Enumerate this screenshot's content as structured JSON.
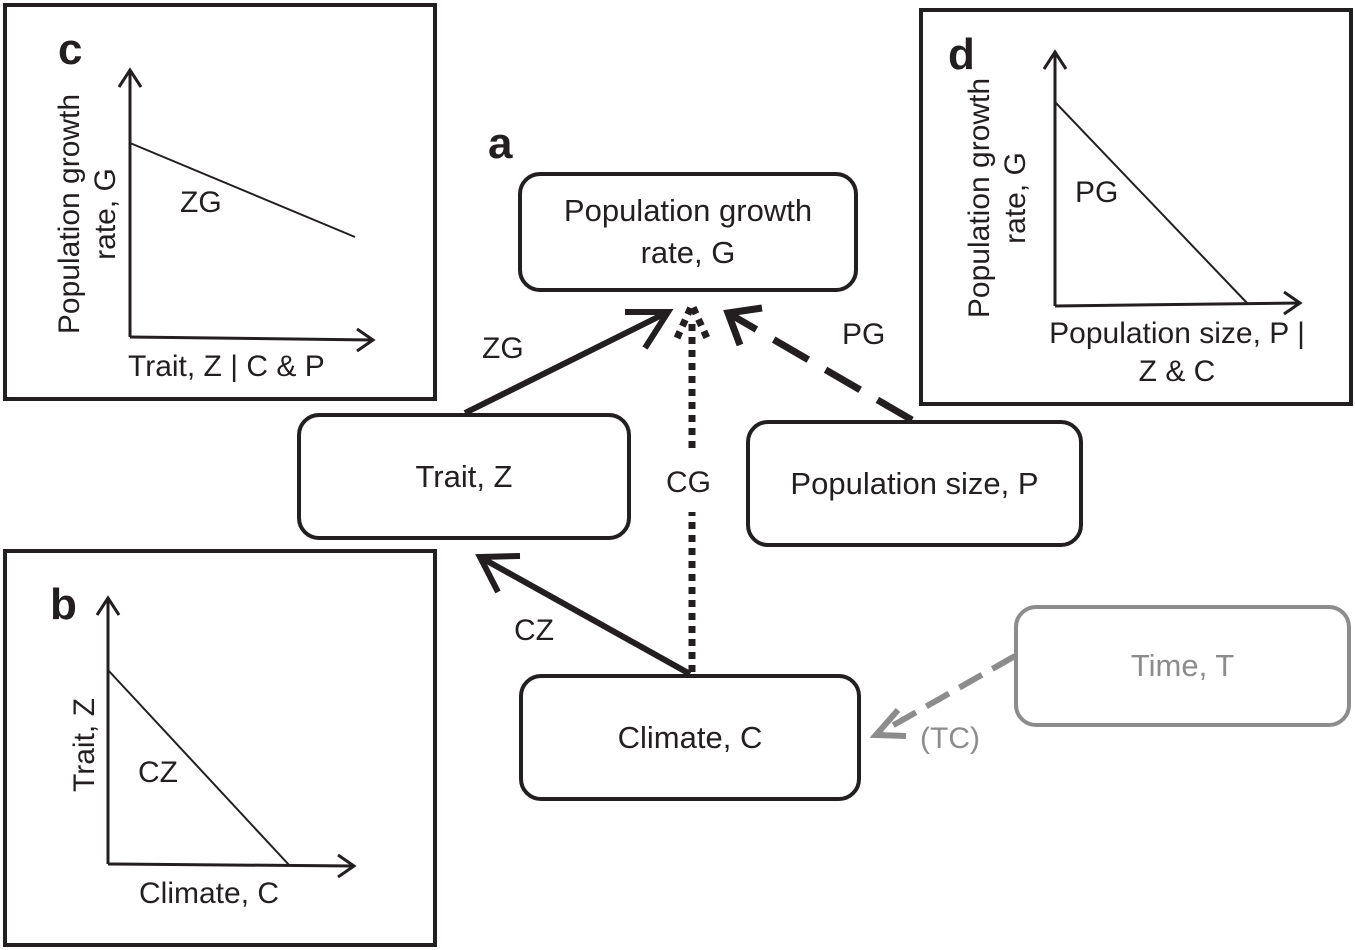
{
  "panel_a": {
    "letter": "a",
    "nodes": {
      "growth": "Population growth rate, G",
      "trait": "Trait, Z",
      "size": "Population size, P",
      "climate": "Climate, C",
      "time": "Time, T"
    },
    "edges": {
      "zg": "ZG",
      "pg": "PG",
      "cg": "CG",
      "cz": "CZ",
      "tc": "(TC)"
    }
  },
  "panel_b": {
    "letter": "b",
    "ylabel": "Trait, Z",
    "xlabel": "Climate, C",
    "line_label": "CZ"
  },
  "panel_c": {
    "letter": "c",
    "ylabel": "Population growth rate, G",
    "xlabel": "Trait, Z | C & P",
    "line_label": "ZG"
  },
  "panel_d": {
    "letter": "d",
    "ylabel": "Population growth rate, G",
    "xlabel": "Population size, P | Z & C",
    "line_label": "PG"
  },
  "colors": {
    "ink": "#231f20",
    "muted": "#8c8c8c"
  }
}
